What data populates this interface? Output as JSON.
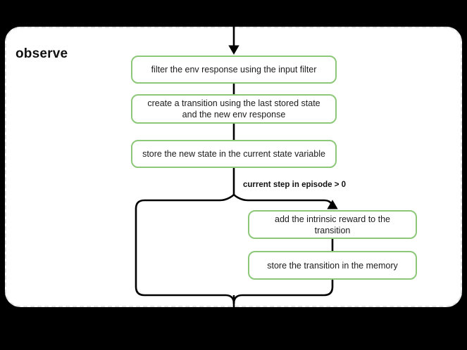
{
  "diagram": {
    "background_color": "#000000",
    "container": {
      "label": "observe",
      "fill_color": "#ffffff",
      "border_color": "#e3e3e3",
      "border_style": "dashed"
    },
    "node_border_color": "#8cc878",
    "connector_color": "#000000",
    "nodes": [
      {
        "id": "filter",
        "label": "filter the env response using the input filter"
      },
      {
        "id": "create",
        "label": "create a transition using the last stored state and the new env response"
      },
      {
        "id": "store_state",
        "label": "store the new state in the current state variable"
      },
      {
        "id": "intrinsic",
        "label": "add the intrinsic reward to the transition"
      },
      {
        "id": "store_memory",
        "label": "store the transition in the memory"
      }
    ],
    "branch": {
      "condition_label": "current step in episode > 0"
    },
    "icons": {
      "arrow_down": "arrow-down-icon"
    }
  }
}
